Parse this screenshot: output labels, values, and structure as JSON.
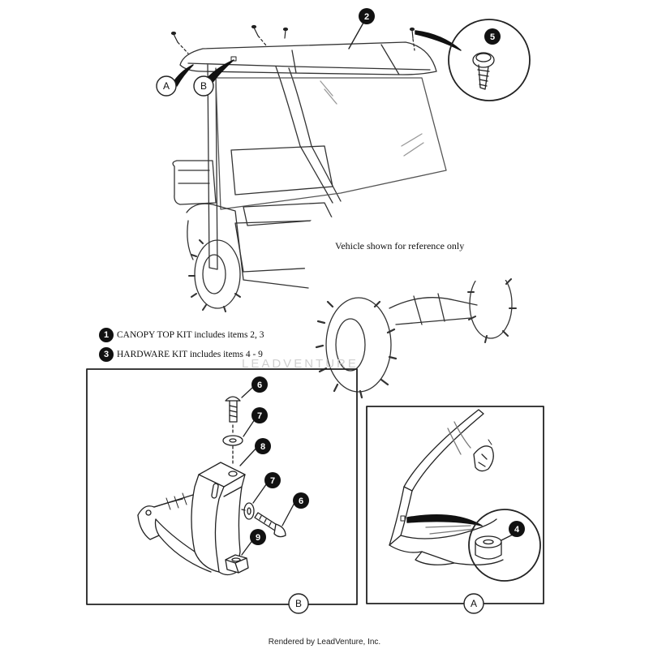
{
  "note": "Vehicle shown for reference only",
  "legend": [
    {
      "num": "1",
      "text": "CANOPY TOP KIT includes items 2, 3"
    },
    {
      "num": "3",
      "text": "HARDWARE KIT includes items 4 - 9"
    }
  ],
  "callouts": {
    "c2": "2",
    "c5": "5",
    "c6a": "6",
    "c7a": "7",
    "c8": "8",
    "c7b": "7",
    "c6b": "6",
    "c9": "9",
    "c4": "4"
  },
  "views": {
    "a": "A",
    "b": "B"
  },
  "watermark": "LEADVENTURE",
  "footer": "Rendered by LeadVenture, Inc."
}
